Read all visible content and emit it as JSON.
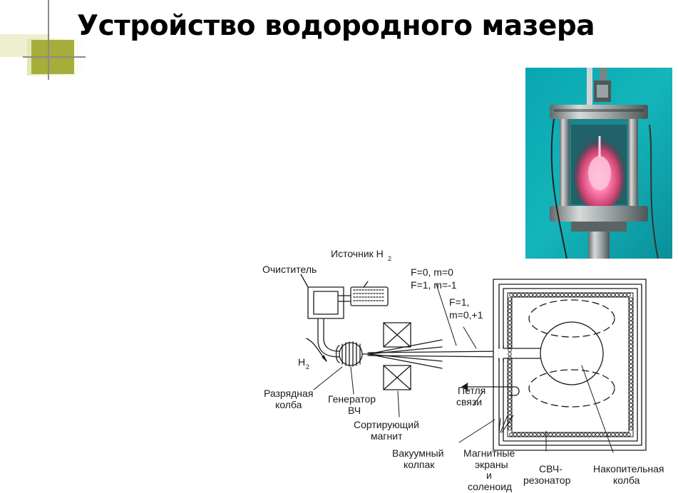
{
  "slide": {
    "title": "Устройство водородного мазера"
  },
  "photo": {
    "alt": "Фото водородного мазера"
  },
  "diagram": {
    "labels": {
      "source_main": "Источник H",
      "source_sub": "2",
      "purifier": "Очиститель",
      "state1": "F=0, m=0",
      "state2": "F=1, m=-1",
      "state3a": "F=1,",
      "state3b": "m=0,+1",
      "h2_main": "H",
      "h2_sub": "2",
      "discharge1": "Разрядная",
      "discharge2": "колба",
      "generator1": "Генератор",
      "generator2": "ВЧ",
      "sorting1": "Сортирующий",
      "sorting2": "магнит",
      "loop1": "Петля",
      "loop2": "связи",
      "vacuum1": "Вакуумный",
      "vacuum2": "колпак",
      "shields1": "Магнитные",
      "shields2": "экраны",
      "shields3": "и",
      "shields4": "соленоид",
      "microwave1": "СВЧ-",
      "microwave2": "резонатор",
      "storage1": "Накопительная",
      "storage2": "колба"
    }
  },
  "colors": {
    "accent_olive": "#a7ad3a",
    "accent_light": "#d8db9a",
    "line": "#1a1a1a"
  }
}
